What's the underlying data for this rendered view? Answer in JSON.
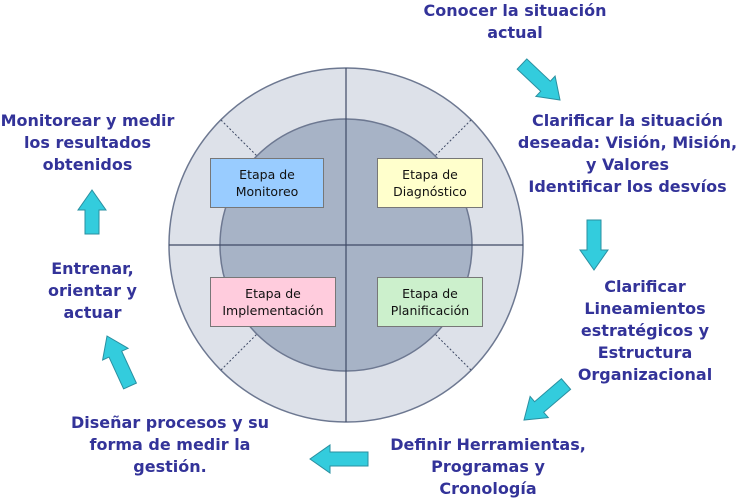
{
  "colors": {
    "outer_ring": "#dde1e9",
    "inner_disc": "#a7b3c6",
    "ring_stroke": "#6d7891",
    "divider": "#3f4a66",
    "text": "#333399",
    "arrow_fill": "#33ccdd",
    "arrow_stroke": "#2a8fa0",
    "box_monitoreo": "#99ccff",
    "box_diagnostico": "#ffffcc",
    "box_implementacion": "#ffccdd",
    "box_planificacion": "#ccf0cc"
  },
  "boxes": {
    "monitoreo": {
      "lines": [
        "Etapa de",
        "Monitoreo"
      ]
    },
    "diagnostico": {
      "lines": [
        "Etapa de",
        "Diagnóstico"
      ]
    },
    "implementacion": {
      "lines": [
        "Etapa de",
        "Implementación"
      ]
    },
    "planificacion": {
      "lines": [
        "Etapa de",
        "Planificación"
      ]
    }
  },
  "steps": {
    "conocer": {
      "lines": [
        "Conocer la situación",
        "actual"
      ]
    },
    "clarificar_situacion": {
      "lines": [
        "Clarificar la situación",
        "deseada: Visión,  Misión,",
        "y Valores",
        "Identificar los desvíos"
      ]
    },
    "clarificar_lineamientos": {
      "lines": [
        "Clarificar",
        "Lineamientos",
        "estratégicos y",
        "Estructura",
        "Organizacional"
      ]
    },
    "definir_herramientas": {
      "lines": [
        "Definir Herramientas,",
        "Programas y",
        "Cronología"
      ]
    },
    "disenar_procesos": {
      "lines": [
        "Diseñar procesos y su",
        "forma de medir la",
        "gestión."
      ]
    },
    "entrenar": {
      "lines": [
        "Entrenar,",
        "orientar y",
        "actuar"
      ]
    },
    "monitorear": {
      "lines": [
        "Monitorear y medir",
        "los resultados",
        "obtenidos"
      ]
    }
  },
  "arrows": [
    {
      "name": "arrow-conocer-to-clarificar",
      "direction": "down-right"
    },
    {
      "name": "arrow-clarificar-to-lineamientos",
      "direction": "down"
    },
    {
      "name": "arrow-lineamientos-to-herramientas",
      "direction": "down-left"
    },
    {
      "name": "arrow-herramientas-to-procesos",
      "direction": "left"
    },
    {
      "name": "arrow-procesos-to-entrenar",
      "direction": "up-left"
    },
    {
      "name": "arrow-entrenar-to-monitorear",
      "direction": "up"
    }
  ]
}
